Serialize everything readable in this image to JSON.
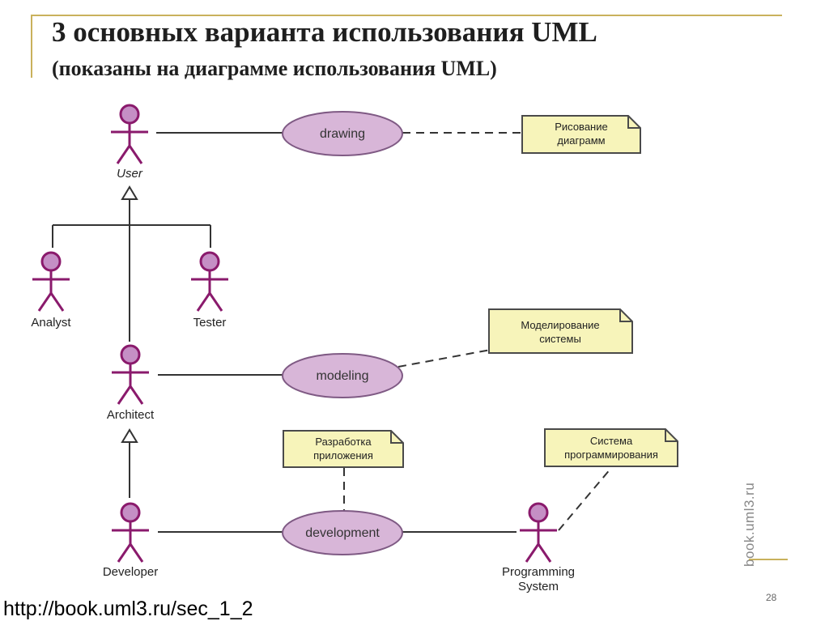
{
  "slide": {
    "title": "3 основных варианта использования UML",
    "subtitle": "(показаны на диаграмме использования UML)",
    "footer_url": "http://book.uml3.ru/sec_1_2",
    "page_number": "28",
    "watermark": "book.uml3.ru"
  },
  "diagram": {
    "actors": {
      "user": "User",
      "analyst": "Analyst",
      "tester": "Tester",
      "architect": "Architect",
      "developer": "Developer",
      "programming_system_line1": "Programming",
      "programming_system_line2": "System"
    },
    "use_cases": {
      "drawing": "drawing",
      "modeling": "modeling",
      "development": "development"
    },
    "notes": {
      "drawing_line1": "Рисование",
      "drawing_line2": "диаграмм",
      "modeling_line1": "Моделирование",
      "modeling_line2": "системы",
      "dev_line1": "Разработка",
      "dev_line2": "приложения",
      "system_line1": "Система",
      "system_line2": "программирования"
    },
    "colors": {
      "actor_fill": "#c58fc5",
      "actor_stroke": "#8a1a6c",
      "usecase_fill": "#d8b6d8",
      "usecase_stroke": "#7f5a84",
      "note_fill": "#f7f4ba",
      "note_stroke": "#4a4a4a",
      "line": "#333333",
      "accent": "#c9b15c"
    }
  }
}
